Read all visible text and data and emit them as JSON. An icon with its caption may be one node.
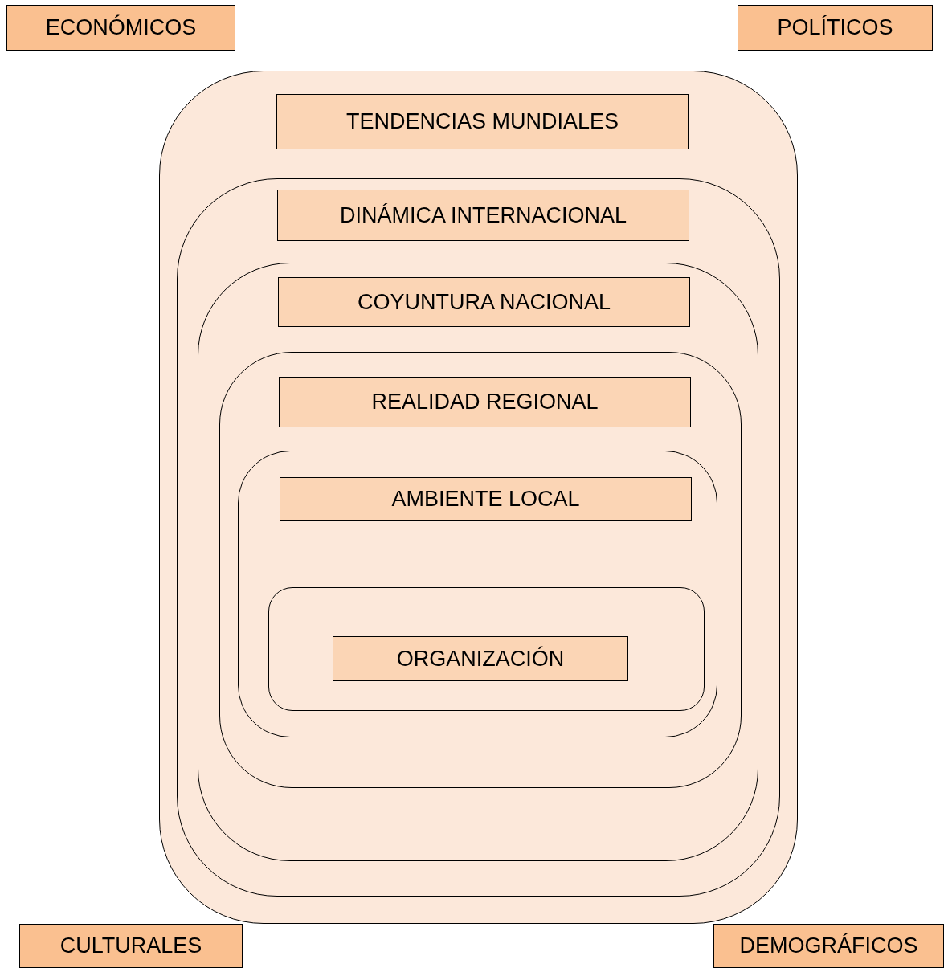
{
  "diagram": {
    "nodes": [
      {
        "text": [
          "ECONÓMICOS"
        ]
      },
      {
        "text": [
          "POLÍTICOS"
        ]
      },
      {
        "text": [],
        "shape": "box"
      },
      {
        "text": [
          "TENDENCIAS MUNDIALES"
        ],
        "in": 2
      },
      {
        "text": [],
        "shape": "box",
        "in": 2
      },
      {
        "text": [
          "DINÁMICA INTERNACIONAL"
        ],
        "in": 4
      },
      {
        "text": [],
        "shape": "box",
        "in": 4
      },
      {
        "text": [
          "COYUNTURA NACIONAL"
        ],
        "in": 6
      },
      {
        "text": [],
        "shape": "box",
        "in": 6
      },
      {
        "text": [
          "REALIDAD REGIONAL"
        ],
        "in": 8
      },
      {
        "text": [],
        "shape": "box",
        "in": 8
      },
      {
        "text": [
          "AMBIENTE LOCAL"
        ],
        "in": 10
      },
      {
        "text": [],
        "shape": "box",
        "in": 10
      },
      {
        "text": [
          "ORGANIZACIÓN"
        ],
        "in": 12
      },
      {
        "text": [
          "CULTURALES"
        ]
      },
      {
        "text": [
          "DEMOGRÁFICOS"
        ]
      }
    ]
  }
}
